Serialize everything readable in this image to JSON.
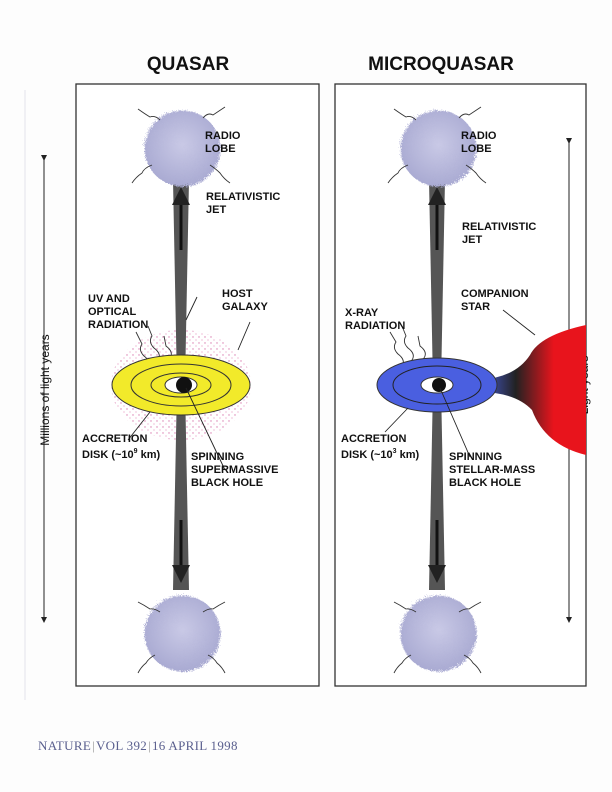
{
  "quasar": {
    "title": "QUASAR",
    "radio_lobe": [
      "RADIO",
      "LOBE"
    ],
    "jet": [
      "RELATIVISTIC",
      "JET"
    ],
    "radiation": [
      "UV AND",
      "OPTICAL",
      "RADIATION"
    ],
    "host": [
      "HOST",
      "GALAXY"
    ],
    "accretion": [
      "ACCRETION",
      "DISK (~10",
      "9",
      " km)"
    ],
    "black_hole": [
      "SPINNING",
      "SUPERMASSIVE",
      "BLACK HOLE"
    ],
    "scale_label": "Millions of light years",
    "disk_color": "#f2ea2a"
  },
  "microquasar": {
    "title": "MICROQUASAR",
    "radio_lobe": [
      "RADIO",
      "LOBE"
    ],
    "jet": [
      "RELATIVISTIC",
      "JET"
    ],
    "radiation": [
      "X-RAY",
      "RADIATION"
    ],
    "companion": [
      "COMPANION",
      "STAR"
    ],
    "accretion": [
      "ACCRETION",
      "DISK (~10",
      "3",
      " km)"
    ],
    "black_hole": [
      "SPINNING",
      "STELLAR-MASS",
      "BLACK HOLE"
    ],
    "scale_label": "Light years",
    "disk_color": "#4a5fe0",
    "star_color": "#e8141c"
  },
  "footer": {
    "journal": "NATURE",
    "volume": "VOL 392",
    "date": "16 APRIL 1998"
  }
}
